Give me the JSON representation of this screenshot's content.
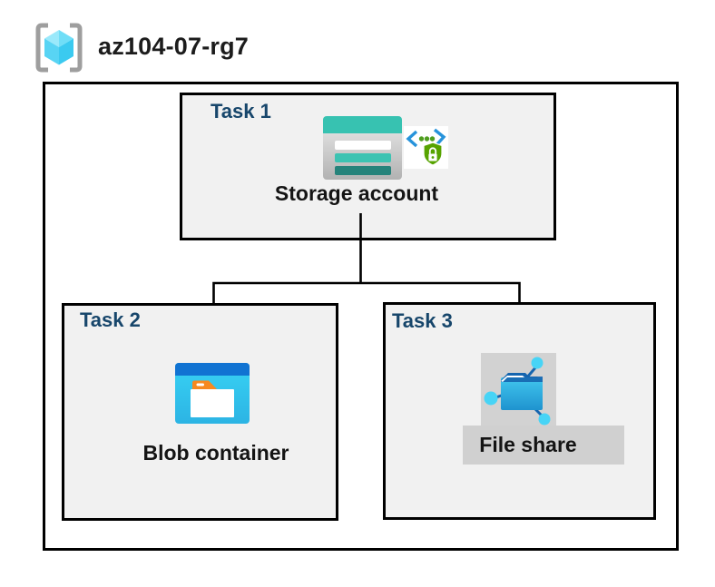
{
  "page": {
    "title": "az104-07-rg7"
  },
  "diagram": {
    "resource_group": {
      "name": "az104-07-rg7",
      "icon": "resource-group-icon"
    },
    "tasks": [
      {
        "id": "task1",
        "label": "Task 1",
        "item": "Storage account",
        "icons": [
          "storage-account-icon",
          "shared-access-signature-icon"
        ]
      },
      {
        "id": "task2",
        "label": "Task 2",
        "item": "Blob container",
        "icons": [
          "blob-container-icon"
        ]
      },
      {
        "id": "task3",
        "label": "Task 3",
        "item": "File share",
        "icons": [
          "file-share-icon"
        ]
      }
    ],
    "connections": [
      {
        "from": "Storage account",
        "to": "Blob container"
      },
      {
        "from": "Storage account",
        "to": "File share"
      }
    ]
  },
  "colors": {
    "task_label_navy": "#17466b",
    "box_fill": "#f1f1f1",
    "box_border": "#000000",
    "storage_teal": "#37c2b1",
    "storage_teal_dark": "#26837b",
    "azure_blue_bar": "#1173d2",
    "blob_body_top": "#38d2f4",
    "blob_body_bottom": "#2cb4e4",
    "folder_tab_orange": "#f6891f",
    "fileshare_gray_bg": "#d0d0d0",
    "fileshare_flap_blue": "#1565af",
    "node_cyan": "#47d4f6",
    "bracket_gray": "#9e9e9e",
    "sas_shield_green": "#57a300",
    "sas_bracket_blue": "#2793db"
  }
}
